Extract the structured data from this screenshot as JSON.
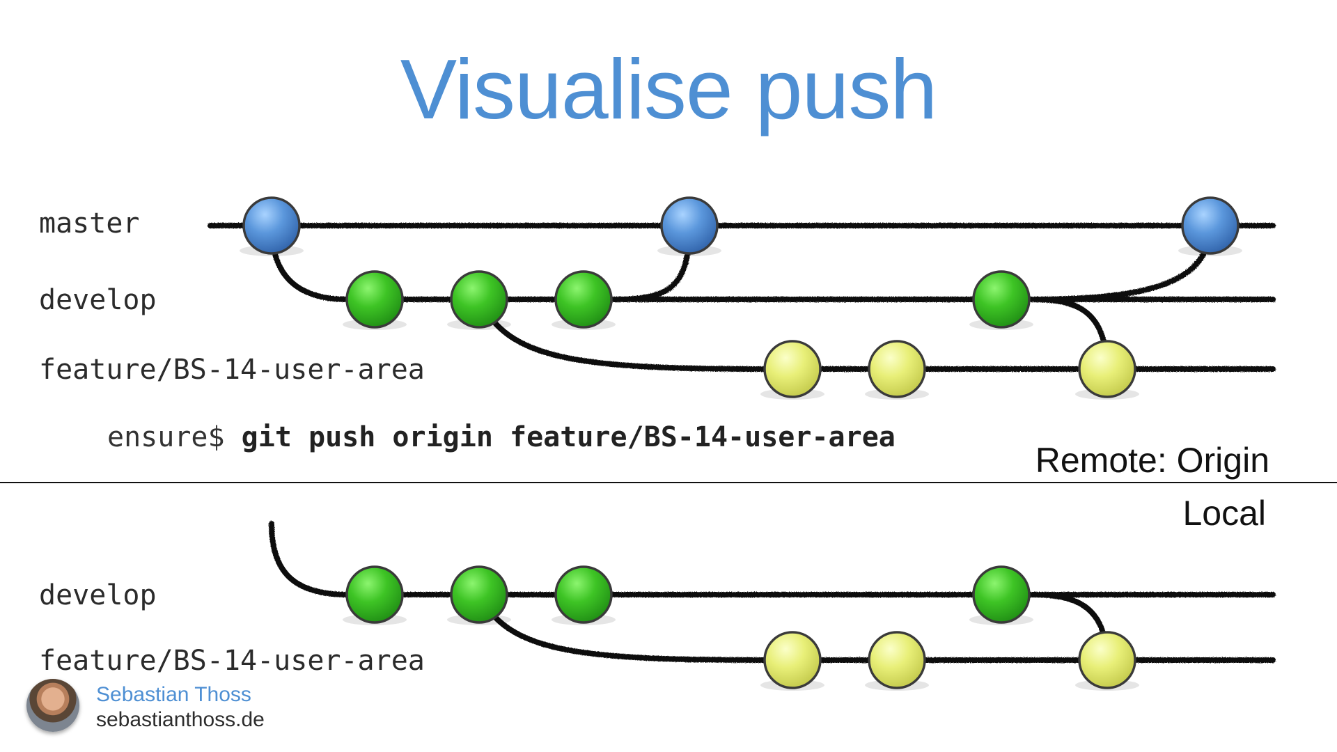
{
  "title": "Visualise push",
  "remote": {
    "zone_label": "Remote: Origin",
    "branches": [
      "master",
      "develop",
      "feature/BS-14-user-area"
    ]
  },
  "command": {
    "prompt": "ensure$",
    "text": "git push origin feature/BS-14-user-area"
  },
  "local": {
    "zone_label": "Local",
    "branches": [
      "develop",
      "feature/BS-14-user-area"
    ]
  },
  "author": {
    "name": "Sebastian Thoss",
    "site": "sebastianthoss.de"
  },
  "colors": {
    "title": "#4e8fd3",
    "master_commit": "#4f86cf",
    "develop_commit": "#3fbf25",
    "feature_commit": "#e4ec6e",
    "line": "#111111"
  },
  "diagram": {
    "branch_lanes": [
      "master",
      "develop",
      "feature"
    ],
    "commit_counts": {
      "remote_master": 3,
      "remote_develop": 4,
      "remote_feature": 3,
      "local_develop": 4,
      "local_feature": 3
    }
  }
}
